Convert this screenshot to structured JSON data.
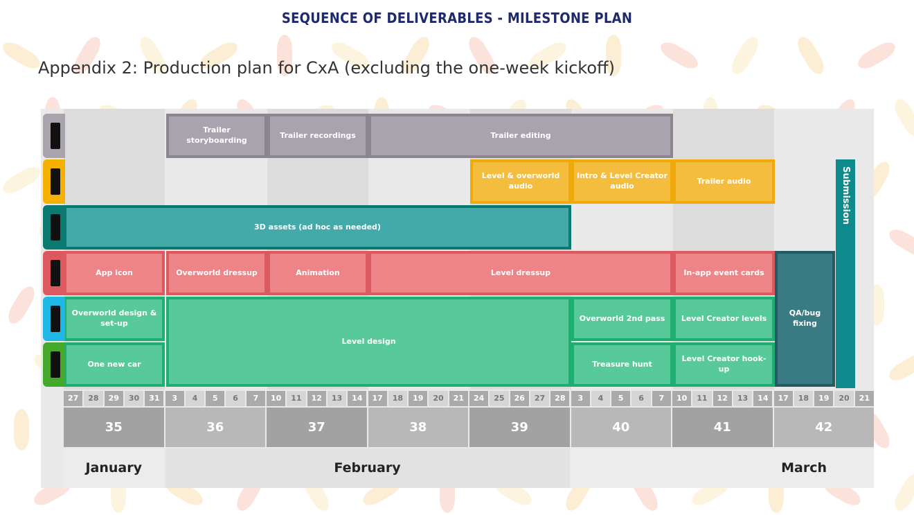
{
  "heading": "SEQUENCE OF DELIVERABLES - MILESTONE PLAN",
  "appendix_title": "Appendix 2: Production plan for CxA (excluding the one-week kickoff)",
  "colors": {
    "purple": "#a9a3ad",
    "amber": "#f5bd3e",
    "teal": "#43aaa9",
    "red": "#ec8488",
    "green": "#58c99b",
    "qa": "#3a7b83",
    "submission": "#0f8a8c"
  },
  "row_tab_colors": [
    "#a9a3ad",
    "#f5b100",
    "#0a7a70",
    "#dc5a5f",
    "#1fb8e6",
    "#44a82a"
  ],
  "tasks": {
    "trailer_storyboarding": "Trailer storyboarding",
    "trailer_recordings": "Trailer recordings",
    "trailer_editing": "Trailer editing",
    "level_overworld_audio": "Level & overworld audio",
    "intro_level_creator_audio": "Intro & Level Creator audio",
    "trailer_audio": "Trailer audio",
    "assets_3d": "3D assets (ad hoc as needed)",
    "app_icon": "App icon",
    "overworld_dressup": "Overworld dressup",
    "animation": "Animation",
    "level_dressup": "Level dressup",
    "in_app_event_cards": "In-app event cards",
    "overworld_design": "Overworld design & set-up",
    "one_new_car": "One new car",
    "level_design": "Level design",
    "overworld_2nd_pass": "Overworld 2nd pass",
    "treasure_hunt": "Treasure hunt",
    "level_creator_levels": "Level Creator levels",
    "level_creator_hookup": "Level Creator hook-up",
    "qa_bug_fixing": "QA/bug fixing",
    "submission": "Submission"
  },
  "days": [
    "27",
    "28",
    "29",
    "30",
    "31",
    "3",
    "4",
    "5",
    "6",
    "7",
    "10",
    "11",
    "12",
    "13",
    "14",
    "17",
    "18",
    "19",
    "20",
    "21",
    "24",
    "25",
    "26",
    "27",
    "28",
    "3",
    "4",
    "5",
    "6",
    "7",
    "10",
    "11",
    "12",
    "13",
    "14",
    "17",
    "18",
    "19",
    "20",
    "21"
  ],
  "weeks": [
    "35",
    "36",
    "37",
    "38",
    "39",
    "40",
    "41",
    "42"
  ],
  "months": [
    "January",
    "February",
    "March"
  ]
}
